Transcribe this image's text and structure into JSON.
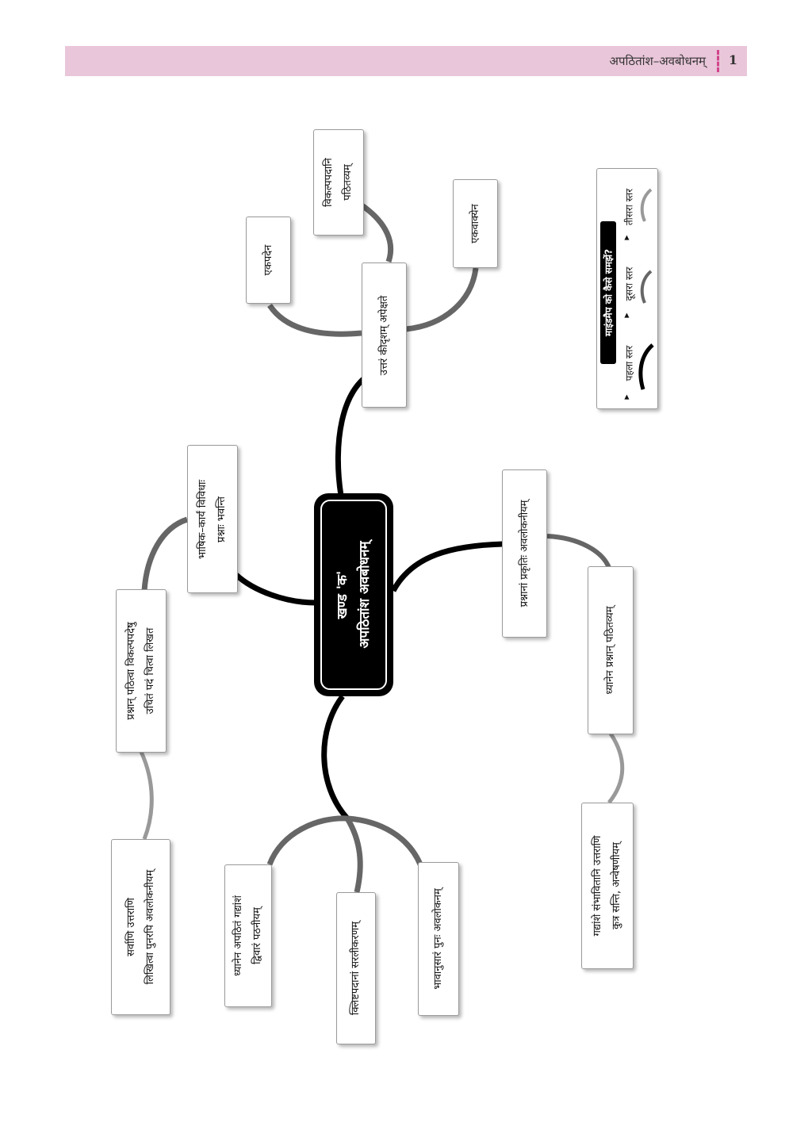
{
  "header": {
    "section_title": "अपठितांश–अवबोधनम्",
    "page_number": "1",
    "band_color": "#e9c6d9",
    "separator_color": "#d2458c"
  },
  "mindmap": {
    "center": {
      "line1": "खण्ड 'क'",
      "line2": "अपठितांश अवबोधनम्"
    },
    "branches": [
      {
        "label": "उत्तरं कीदृशम् अपेक्षते",
        "level": 1,
        "children": [
          {
            "label": "एकपदेन",
            "level": 2
          },
          {
            "label": "विकल्पपदानि पठितव्यम्",
            "level": 2
          },
          {
            "label": "एकवाक्येन",
            "level": 2
          }
        ]
      },
      {
        "label": "भाषिक–कार्यं विविधाः प्रश्नाः भवन्ति",
        "level": 1,
        "children": [
          {
            "label": "प्रश्नान् पठित्वा विकल्पपदेषु उचितं पदं चित्वा लिखत",
            "level": 2,
            "children": [
              {
                "label": "सर्वाणि उत्तराणि लिखित्वा पुनरपि अवलोकनीयम्",
                "level": 3
              }
            ]
          }
        ]
      },
      {
        "label": "",
        "level": 1,
        "children": [
          {
            "label": "ध्यानेन अपठितं गद्यांशं द्विवारं पठनीयम्",
            "level": 2
          },
          {
            "label": "क्लिष्टपदानां सरलीकरणम्",
            "level": 2
          },
          {
            "label": "भावानुसारं पुनः अवलोकनम्",
            "level": 2
          }
        ]
      },
      {
        "label": "प्रश्नानां प्रकृतिः अवलोकनीयम्",
        "level": 1,
        "children": [
          {
            "label": "ध्यानेन प्रश्नान् पठितव्यम्",
            "level": 2,
            "children": [
              {
                "label": "गद्यांशे संभावितानि उत्तराणि कुत्र सन्ति, अन्वेषणीयम्",
                "level": 3
              }
            ]
          }
        ]
      }
    ]
  },
  "nodes": {
    "uttaram": "उत्तरं कीदृशम् अपेक्षते",
    "ekapadena": "एकपदेन",
    "vikalpa_l1": "विकल्पपदानि",
    "vikalpa_l2": "पठितव्यम्",
    "ekavakyena": "एकवाक्येन",
    "bhashik_l1": "भाषिक–कार्यं विविधाः",
    "bhashik_l2": "प्रश्नाः भवन्ति",
    "prashnan_l1": "प्रश्नान् पठित्वा विकल्पपदेषु",
    "prashnan_l2": "उचितं पदं चित्वा लिखत",
    "sarvani_l1": "सर्वाणि उत्तराणि",
    "sarvani_l2": "लिखित्वा पुनरपि अवलोकनीयम्",
    "dhyanena_l1": "ध्यानेन अपठितं गद्यांशं",
    "dhyanena_l2": "द्विवारं पठनीयम्",
    "klishta": "क्लिष्टपदानां सरलीकरणम्",
    "bhavanusaram": "भावानुसारं पुनः अवलोकनम्",
    "prakritih": "प्रश्नानां प्रकृतिः अवलोकनीयम्",
    "dhyanena_prashnan": "ध्यानेन प्रश्नान् पठितव्यम्",
    "gadyanshe_l1": "गद्यांशे संभावितानि उत्तराणि",
    "gadyanshe_l2": "कुत्र सन्ति, अन्वेषणीयम्"
  },
  "legend": {
    "title": "माइंडमैप को कैसे समझें?",
    "levels": [
      {
        "label": "पहला स्तर",
        "color": "#000000"
      },
      {
        "label": "दूसरा स्तर",
        "color": "#666666"
      },
      {
        "label": "तीसरा स्तर",
        "color": "#999999"
      }
    ]
  },
  "colors": {
    "level1_line": "#000000",
    "level2_line": "#666666",
    "level3_line": "#999999"
  }
}
